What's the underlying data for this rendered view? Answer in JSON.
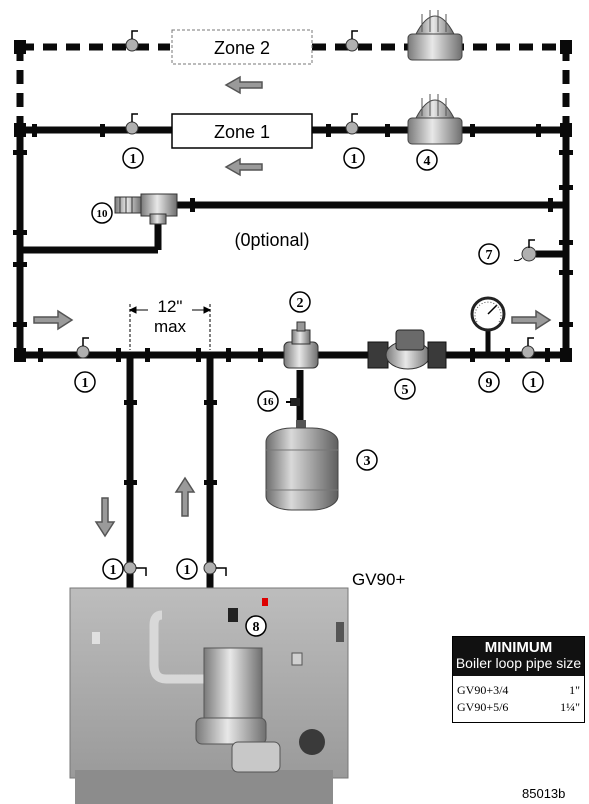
{
  "zones": {
    "zone2_label": "Zone 2",
    "zone1_label": "Zone 1"
  },
  "optional_label": "(0ptional)",
  "spacing": {
    "distance": "12\"",
    "limit": "max"
  },
  "callouts": {
    "c1": "1",
    "c2": "2",
    "c3": "3",
    "c4": "4",
    "c5": "5",
    "c7": "7",
    "c8": "8",
    "c9": "9",
    "c10": "10",
    "c16": "16"
  },
  "boiler_model": "GV90+",
  "table": {
    "title": "MINIMUM",
    "subtitle": "Boiler loop pipe size",
    "rows": [
      {
        "model": "GV90+3/4",
        "size": "1\""
      },
      {
        "model": "GV90+5/6",
        "size": "1¼\""
      }
    ]
  },
  "reference_code": "85013b",
  "colors": {
    "pipe": "#0a0a0a",
    "flow_arrow": "#9a9a9a",
    "boiler_body": "#a9a9a9",
    "table_header": "#111111"
  }
}
